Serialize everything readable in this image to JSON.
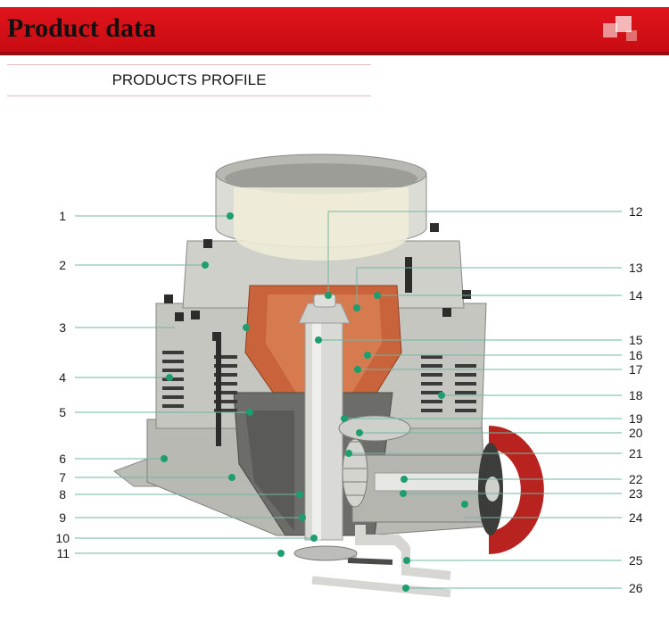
{
  "header": {
    "title": "Product data"
  },
  "section": {
    "title": "PRODUCTS PROFILE"
  },
  "diagram": {
    "left_labels": [
      "1",
      "2",
      "3",
      "4",
      "5",
      "6",
      "7",
      "8",
      "9",
      "10",
      "11"
    ],
    "right_labels": [
      "12",
      "13",
      "14",
      "15",
      "16",
      "17",
      "18",
      "19",
      "20",
      "21",
      "22",
      "23",
      "24",
      "25",
      "26"
    ]
  },
  "colors": {
    "header_red": "#d5121a",
    "leader_line": "#6fb7a4",
    "marker_dot": "#1e9e6e",
    "liner_copper": "#c8633c",
    "machine_gray": "#c9c9c5",
    "pulley_red": "#b8231f"
  }
}
